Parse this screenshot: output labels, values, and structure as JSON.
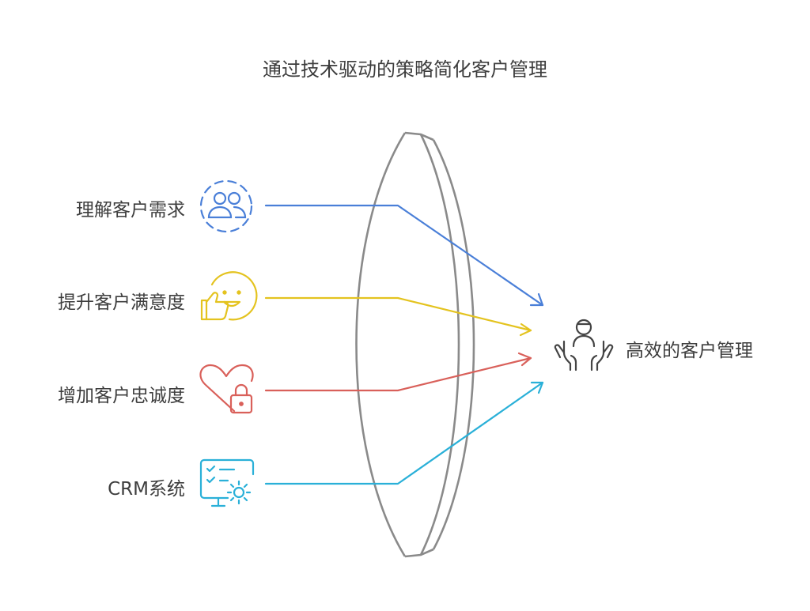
{
  "title": "通过技术驱动的策略简化客户管理",
  "inputs": [
    {
      "label": "理解客户需求",
      "icon": "users-icon",
      "color": "#4a7fd8"
    },
    {
      "label": "提升客户满意度",
      "icon": "thumbs-up-smile-icon",
      "color": "#e4c31f"
    },
    {
      "label": "增加客户忠诚度",
      "icon": "heart-lock-icon",
      "color": "#d9605a"
    },
    {
      "label": "CRM系统",
      "icon": "monitor-checklist-gear-icon",
      "color": "#2ab0d8"
    }
  ],
  "output": {
    "label": "高效的客户管理",
    "icon": "person-hands-icon",
    "color": "#444444"
  },
  "lens_color": "#8a8a8a"
}
